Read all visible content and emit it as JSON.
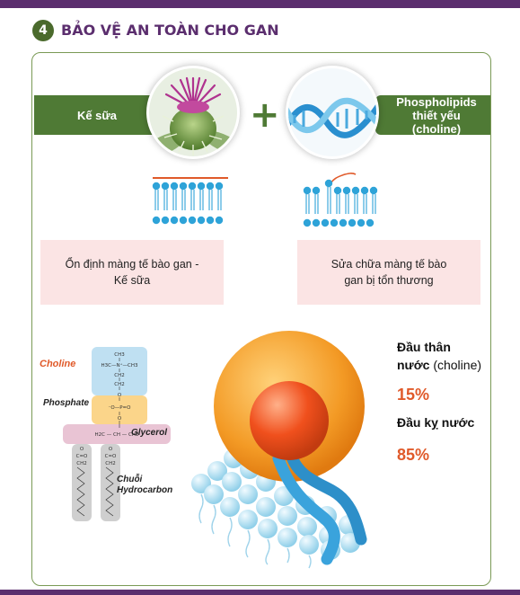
{
  "section": {
    "number": "4",
    "title": "BẢO VỆ AN TOÀN CHO GAN"
  },
  "left_banner": {
    "label": "Kế sữa"
  },
  "right_banner": {
    "line1": "Phospholipids",
    "line2": "thiết yếu",
    "line3": "(choline)"
  },
  "plus_sign": "+",
  "left_box": {
    "line1": "Ổn định màng tế bào gan -",
    "line2": "Kế sữa"
  },
  "right_box": {
    "line1": "Sửa chữa màng tế bào",
    "line2": "gan bị tổn thương"
  },
  "structure": {
    "choline_label": "Choline",
    "phosphate_label": "Phosphate",
    "glycerol_label": "Glycerol",
    "hydrocarbon_label1": "Chuỗi",
    "hydrocarbon_label2": "Hydrocarbon",
    "formula": {
      "ch3_top": "CH3",
      "n_row": "H3C—N⁺—CH3",
      "ch2a": "CH2",
      "ch2b": "CH2",
      "o1": "O",
      "p_row": "⁻O—P=O",
      "o2": "O",
      "glycerol_row": "H2C — CH — CH2",
      "o3": "O",
      "o4": "O",
      "c_o_left": "C=O",
      "c_o_right": "C=O",
      "ch2_left": "CH2",
      "ch2_right": "CH2"
    }
  },
  "stats": {
    "head_label1": "Đầu thân",
    "head_label2_bold": "nước",
    "head_label2_rest": " (choline)",
    "head_value": "15%",
    "tail_label": "Đầu kỵ nước",
    "tail_value": "85%"
  },
  "colors": {
    "purple": "#5b2e6e",
    "green": "#4f7a35",
    "orange": "#e05a2a",
    "pink_box": "#fbe4e4",
    "membrane_blue": "#2ea3d8"
  }
}
